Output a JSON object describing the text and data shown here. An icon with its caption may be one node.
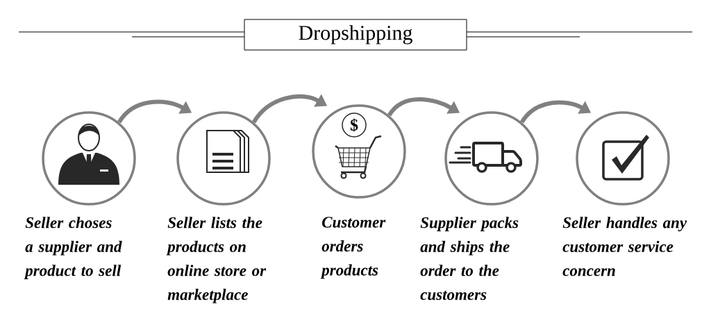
{
  "diagram": {
    "title": "Dropshipping",
    "nodes": [
      {
        "text": [],
        "shape": "circle",
        "beside": [
          "Seller choses a supplier and product to sell"
        ]
      },
      {
        "text": [],
        "shape": "circle",
        "beside": [
          "Seller lists the products on online store or marketplace"
        ]
      },
      {
        "text": [],
        "shape": "circle",
        "beside": [
          "Customer orders products"
        ]
      },
      {
        "text": [],
        "shape": "circle",
        "beside": [
          "Supplier packs and ships the order to the customers"
        ]
      },
      {
        "text": [],
        "shape": "circle",
        "beside": [
          "Seller handles any customer service concern"
        ]
      }
    ],
    "edges": [
      {
        "from": 0,
        "to": 1,
        "arrow": "to"
      },
      {
        "from": 1,
        "to": 2,
        "arrow": "to"
      },
      {
        "from": 2,
        "to": 3,
        "arrow": "to"
      },
      {
        "from": 3,
        "to": 4,
        "arrow": "to"
      }
    ],
    "labels": [
      "$"
    ]
  }
}
